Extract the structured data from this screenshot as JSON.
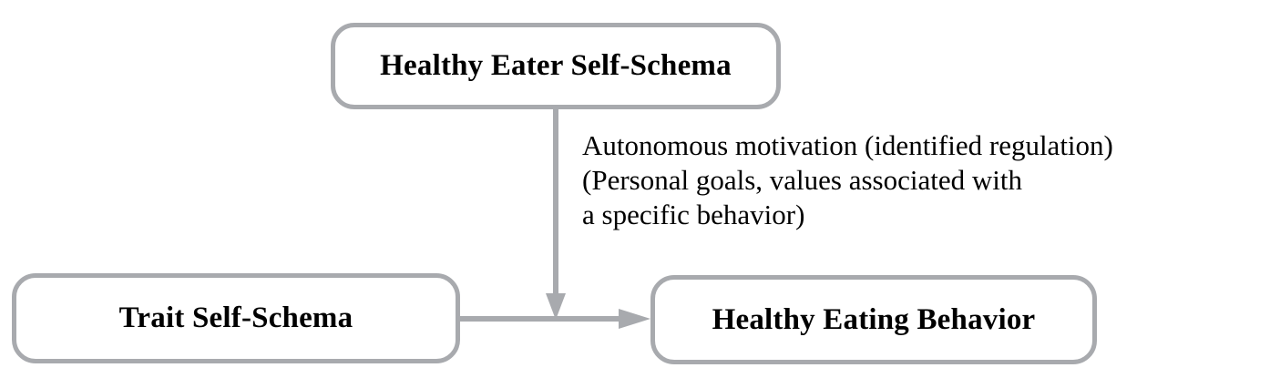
{
  "diagram": {
    "title": "Healthy Eater Self-Schema mediation diagram",
    "colors": {
      "box_border": "#a8aaae",
      "connector": "#a8aaae",
      "text": "#000000",
      "background": "#ffffff"
    },
    "boxes": [
      {
        "id": "healthy-eater-self-schema",
        "label": "Healthy Eater Self-Schema"
      },
      {
        "id": "trait-self-schema",
        "label": "Trait Self-Schema"
      },
      {
        "id": "healthy-eating-behavior",
        "label": "Healthy Eating Behavior"
      }
    ],
    "annotation": {
      "lines": [
        "Autonomous motivation (identified regulation)",
        "(Personal goals, values associated with",
        "a specific behavior)"
      ]
    },
    "connectors": [
      {
        "id": "vertical-arrow",
        "from": "healthy-eater-self-schema",
        "to": "trait-self-schema-to-behavior-path",
        "direction": "down",
        "arrowhead": true
      },
      {
        "id": "horizontal-arrow",
        "from": "trait-self-schema",
        "to": "healthy-eating-behavior",
        "direction": "right",
        "arrowhead": true
      }
    ]
  }
}
